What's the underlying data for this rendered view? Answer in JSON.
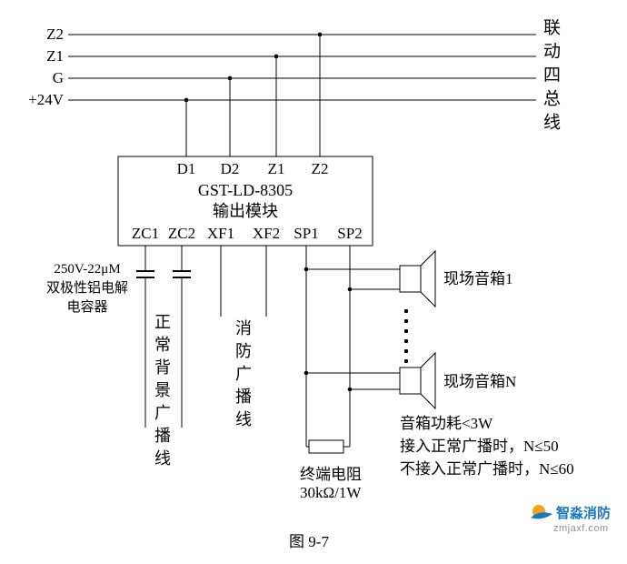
{
  "page": {
    "caption": "图 9-7"
  },
  "bus": {
    "labels": [
      "Z2",
      "Z1",
      "G",
      "+24V"
    ],
    "right_label": "联动四总线"
  },
  "module": {
    "title": "GST-LD-8305",
    "subtitle": "输出模块",
    "top_terminals": [
      "D1",
      "D2",
      "Z1",
      "Z2"
    ],
    "bottom_terminals": [
      "ZC1",
      "ZC2",
      "XF1",
      "XF2",
      "SP1",
      "SP2"
    ]
  },
  "capacitor_note": {
    "lines": [
      "250V-22μM",
      "双极性铝电解",
      "电容器"
    ]
  },
  "vertical_labels": {
    "zc": "正常背景广播线",
    "xf": "消防广播线"
  },
  "speakers": {
    "first": "现场音箱1",
    "last": "现场音箱N"
  },
  "resistor": {
    "lines": [
      "终端电阻",
      "30kΩ/1W"
    ]
  },
  "notes": [
    "音箱功耗<3W",
    "接入正常广播时，N≤50",
    "不接入正常广播时，N≤60"
  ],
  "logo": {
    "name": "智淼消防",
    "site": "zmjaxf.com"
  }
}
